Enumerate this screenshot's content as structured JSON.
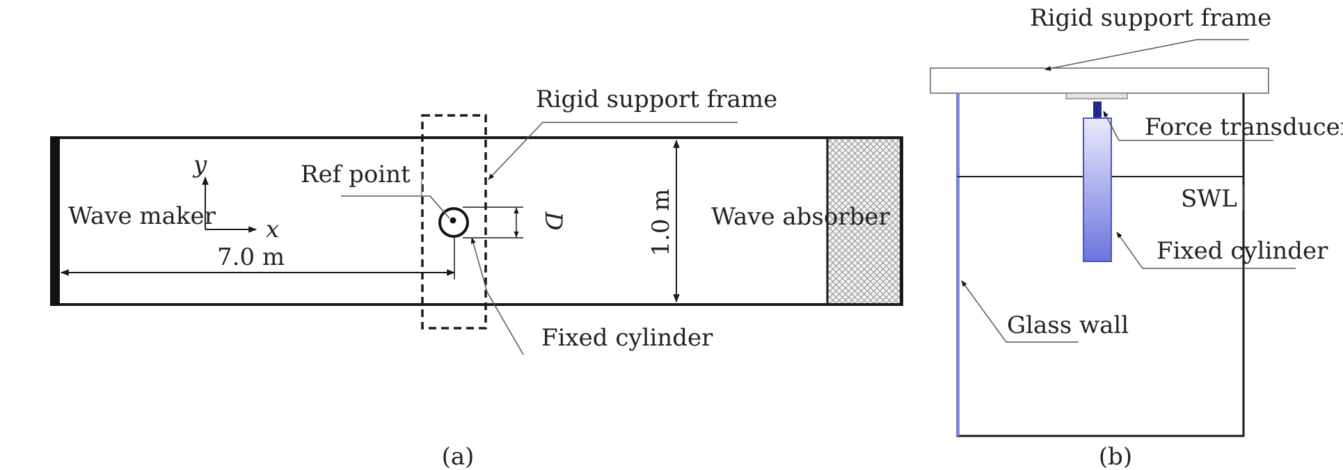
{
  "panel_a": {
    "caption": "(a)",
    "labels": {
      "wave_maker": "Wave maker",
      "axis_y": "y",
      "axis_x": "x",
      "distance": "7.0 m",
      "ref_point": "Ref point",
      "rigid_support_frame": "Rigid support frame",
      "diameter": "D",
      "width": "1.0 m",
      "wave_absorber": "Wave absorber",
      "fixed_cylinder": "Fixed cylinder"
    }
  },
  "panel_b": {
    "caption": "(b)",
    "labels": {
      "rigid_support_frame": "Rigid support frame",
      "force_transducer": "Force transducer",
      "swl": "SWL",
      "fixed_cylinder": "Fixed cylinder",
      "glass_wall": "Glass wall"
    }
  },
  "colors": {
    "line": "#1a1a1a",
    "leader": "#555555",
    "glass": "#7b83e8",
    "cylinder_top": "#e9ebfb",
    "cylinder_bottom": "#6c74dc",
    "transducer": "#22288a"
  }
}
